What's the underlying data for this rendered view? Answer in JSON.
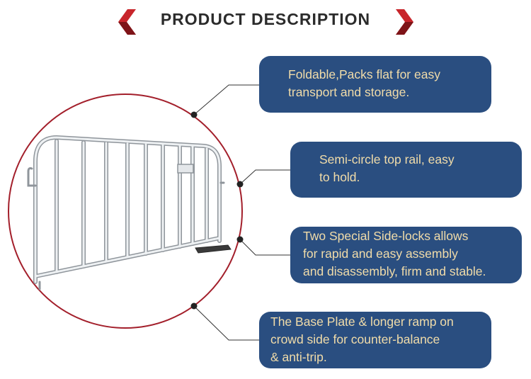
{
  "header": {
    "title": "PRODUCT  DESCRIPTION",
    "left_icon": "chevron-left-icon",
    "right_icon": "chevron-right-icon",
    "accent_color": "#c8252b"
  },
  "image": {
    "subject": "barrier-fence-icon",
    "circle_color": "#a31f2b"
  },
  "callouts": [
    {
      "lines": [
        "Foldable,Packs flat for easy",
        "transport and storage."
      ]
    },
    {
      "lines": [
        "Semi-circle top rail, easy",
        "to hold."
      ]
    },
    {
      "lines": [
        "Two Special Side-locks allows",
        "for rapid and easy assembly",
        "and disassembly, firm and stable."
      ]
    },
    {
      "lines": [
        "The Base Plate & longer ramp on",
        "crowd side for counter-balance",
        "& anti-trip."
      ]
    }
  ],
  "colors": {
    "box_fill": "#2a4e80",
    "box_text": "#f1dca9",
    "connector": "#333333"
  }
}
